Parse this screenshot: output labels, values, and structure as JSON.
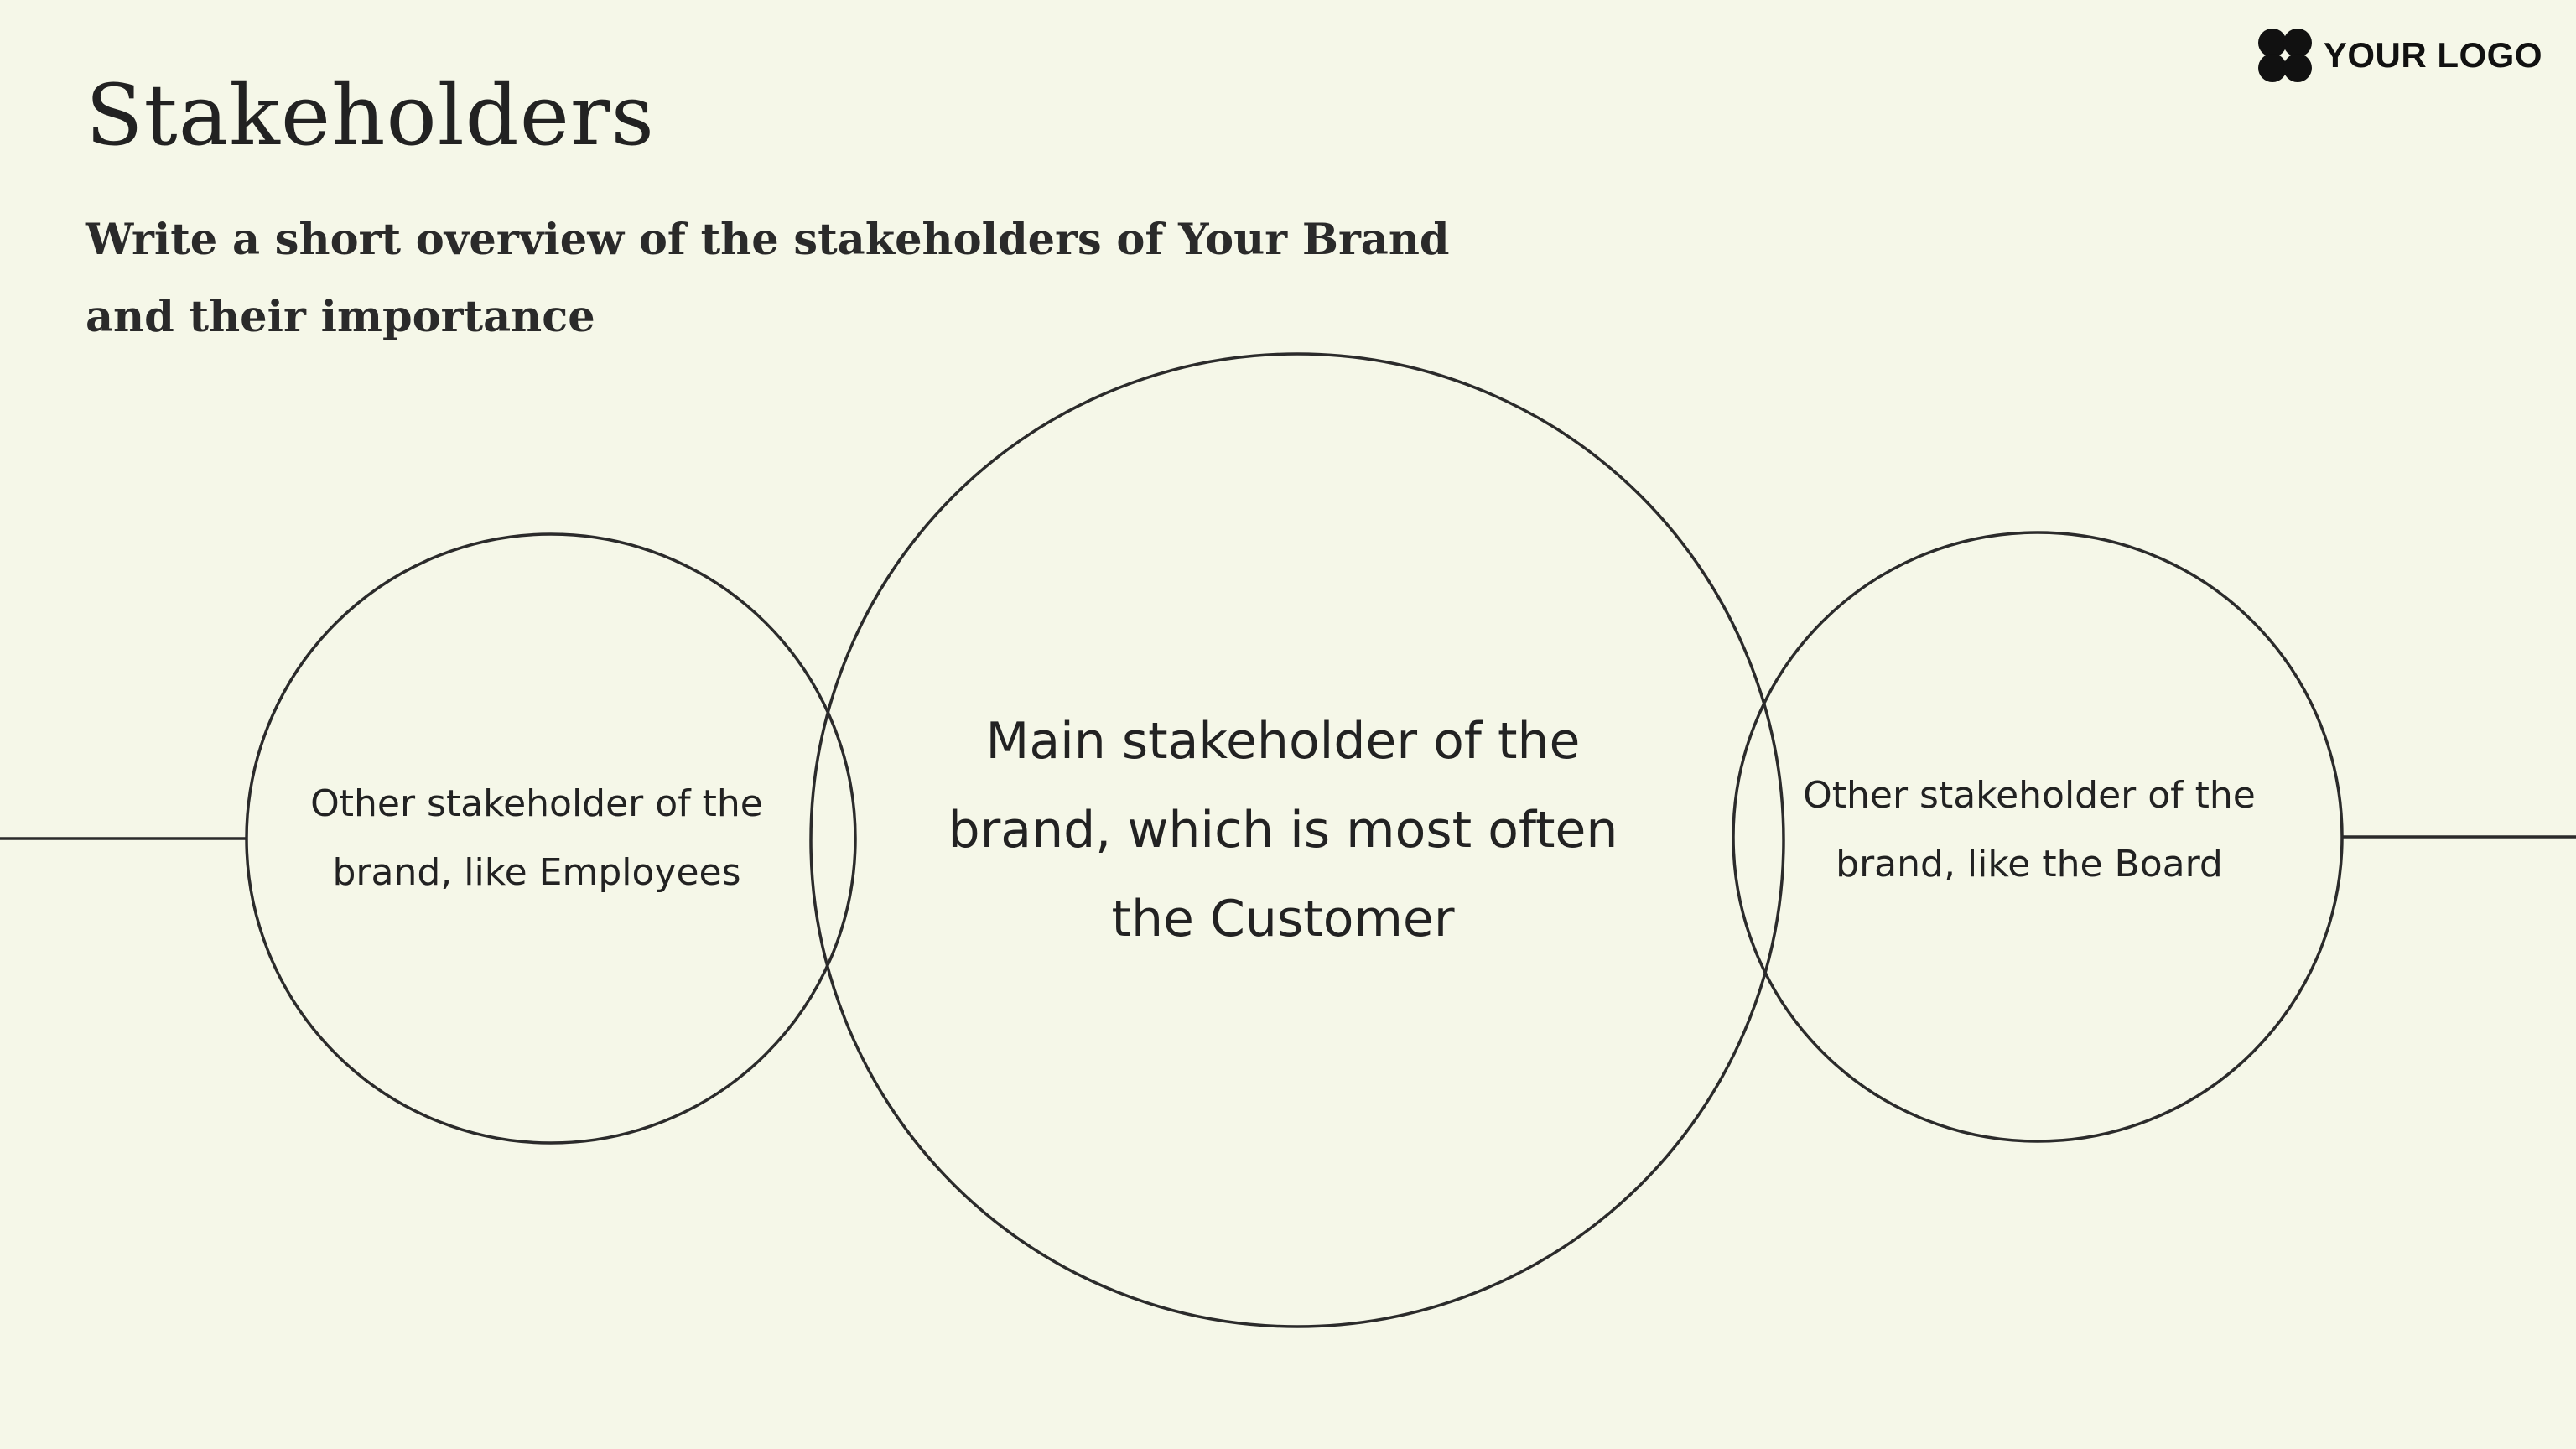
{
  "header": {
    "title": "Stakeholders",
    "subtitle": "Write a short overview of the stakeholders of Your Brand and their importance"
  },
  "logo": {
    "text": "YOUR LOGO",
    "icon": "four-dot-flower-icon"
  },
  "diagram": {
    "left_circle": {
      "text": "Other stakeholder of the brand, like Employees"
    },
    "center_circle": {
      "text": "Main stakeholder of the brand, which is most often the Customer"
    },
    "right_circle": {
      "text": "Other stakeholder of the brand, like the Board"
    }
  },
  "colors": {
    "background": "#f5f7e8",
    "line": "#2b2b2b",
    "text": "#222222"
  }
}
